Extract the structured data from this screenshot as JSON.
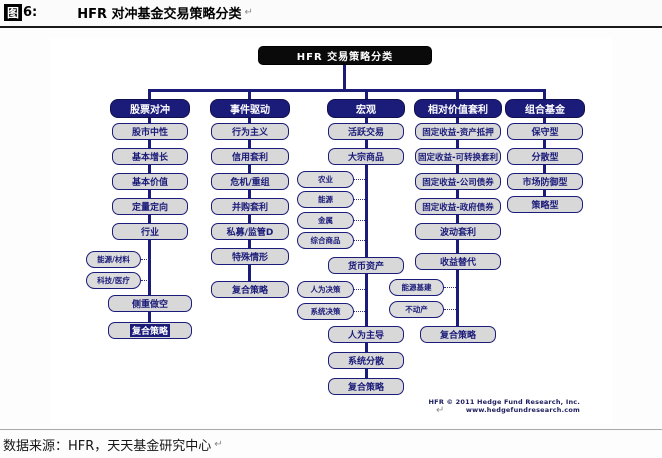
{
  "page": {
    "figure_label": "图",
    "figure_number": "6:",
    "title": "HFR 对冲基金交易策略分类",
    "paragraph_mark": "↵",
    "source_text": "数据来源：HFR，天天基金研究中心"
  },
  "diagram": {
    "root": "HFR 交易策略分类",
    "credit": "HFR © 2011 Hedge Fund Research, Inc.  www.hedgefundresearch.com",
    "columns": [
      {
        "header": "股票对冲",
        "items": [
          "股市中性",
          "基本增长",
          "基本价值",
          "定量定向",
          "行业",
          "侧重做空",
          "复合策略"
        ],
        "ovals": [
          "能源/材料",
          "科技/医疗"
        ]
      },
      {
        "header": "事件驱动",
        "items": [
          "行为主义",
          "信用套利",
          "危机/重组",
          "并购套利",
          "私募/监管D",
          "特殊情形",
          "复合策略"
        ],
        "ovals": []
      },
      {
        "header": "宏观",
        "items": [
          "活跃交易",
          "大宗商品",
          "货币资产",
          "人为主导",
          "系统分散",
          "复合策略"
        ],
        "ovals": [
          "农业",
          "能源",
          "金属",
          "综合商品",
          "人为决策",
          "系统决策"
        ]
      },
      {
        "header": "相对价值套利",
        "items": [
          "固定收益-资产抵押",
          "固定收益-可转换套利",
          "固定收益-公司债券",
          "固定收益-政府债券",
          "波动套利",
          "收益替代",
          "复合策略"
        ],
        "ovals": [
          "能源基建",
          "不动产"
        ]
      },
      {
        "header": "组合基金",
        "items": [
          "保守型",
          "分散型",
          "市场防御型",
          "策略型"
        ],
        "ovals": []
      }
    ]
  },
  "colors": {
    "navy": "#1b1b7a",
    "box_bg": "#d8d8d8",
    "root_bg": "#0a0a0a"
  }
}
